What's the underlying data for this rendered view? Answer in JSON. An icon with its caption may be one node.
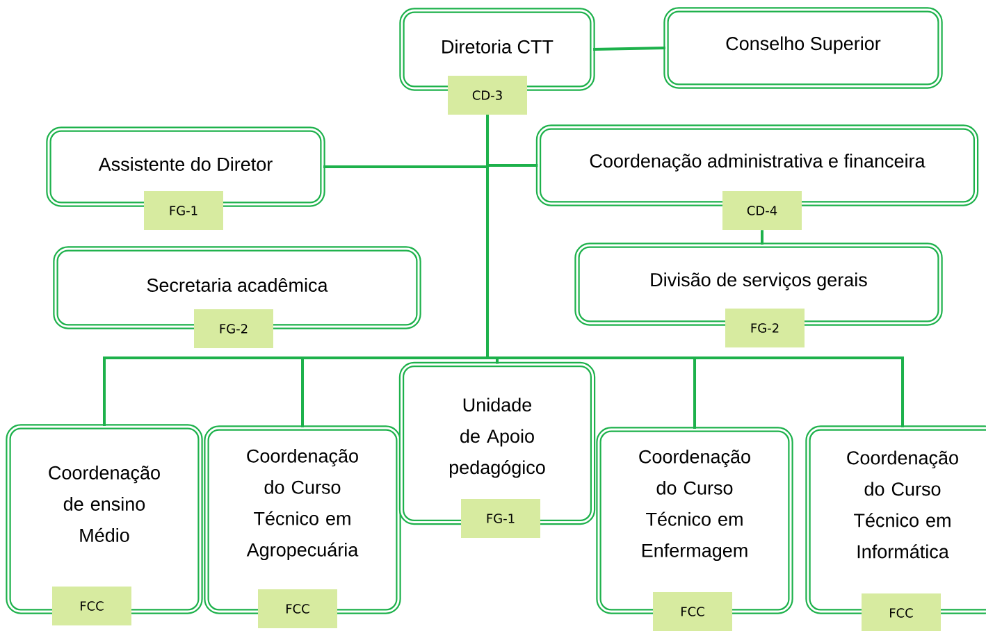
{
  "diagram": {
    "nodes": [
      {
        "text": [
          "Diretoria CTT",
          "CD-3"
        ]
      },
      {
        "text": [
          "Conselho Superior"
        ]
      },
      {
        "text": [
          "Assistente do Diretor",
          "FG-1"
        ]
      },
      {
        "text": [
          "Coordenação administrativa e financeira",
          "CD-4"
        ]
      },
      {
        "text": [
          "Secretaria acadêmica",
          "FG-2"
        ]
      },
      {
        "text": [
          "Divisão de serviços gerais",
          "FG-2"
        ]
      },
      {
        "text": [
          "Coordenação de ensino Médio",
          "FCC"
        ]
      },
      {
        "text": [
          "Coordenação do Curso Técnico em Agropecuária",
          "FCC"
        ]
      },
      {
        "text": [
          "Unidade de Apoio pedagógico",
          "FG-1"
        ]
      },
      {
        "text": [
          "Coordenação do Curso Técnico em Enfermagem",
          "FCC"
        ]
      },
      {
        "text": [
          "Coordenação do Curso Técnico em Informática",
          "FCC"
        ]
      }
    ],
    "edges": [
      {
        "from": 0,
        "to": 1,
        "arrow": "none"
      },
      {
        "from": 0,
        "to": 2,
        "arrow": "none"
      },
      {
        "from": 0,
        "to": 3,
        "arrow": "none"
      },
      {
        "from": 3,
        "to": 5,
        "arrow": "none"
      },
      {
        "from": 0,
        "to": 6,
        "arrow": "none"
      },
      {
        "from": 0,
        "to": 7,
        "arrow": "none"
      },
      {
        "from": 0,
        "to": 8,
        "arrow": "none"
      },
      {
        "from": 0,
        "to": 9,
        "arrow": "none"
      },
      {
        "from": 0,
        "to": 10,
        "arrow": "none"
      }
    ]
  }
}
